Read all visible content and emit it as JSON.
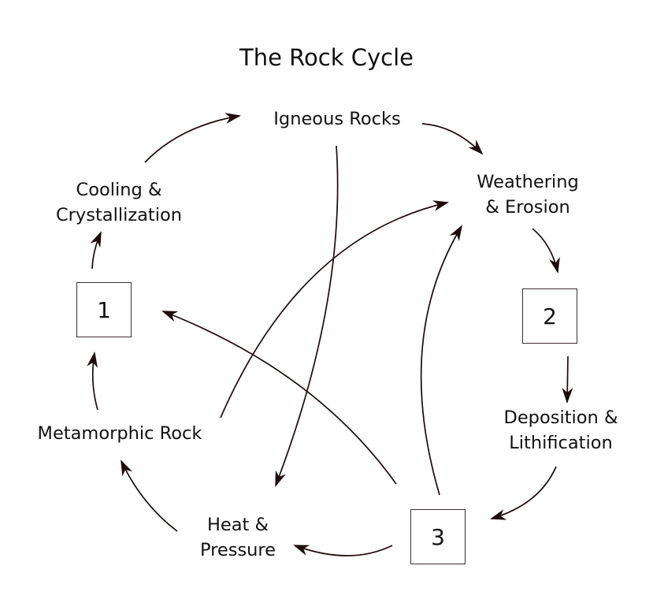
{
  "title": "The Rock Cycle",
  "nodes": {
    "igneous_rocks": "Igneous Rocks",
    "weathering_erosion": [
      "Weathering",
      "& Erosion"
    ],
    "deposition_lithification": [
      "Deposition &",
      "Lithification"
    ],
    "heat_pressure": [
      "Heat &",
      "Pressure"
    ],
    "metamorphic_rock": "Metamorphic Rock",
    "cooling_crystallization": [
      "Cooling &",
      "Crystallization"
    ]
  },
  "boxes": {
    "box_1": "1",
    "box_2": "2",
    "box_3": "3"
  },
  "edges": [
    {
      "from": "cooling_crystallization",
      "to": "igneous_rocks"
    },
    {
      "from": "igneous_rocks",
      "to": "weathering_erosion"
    },
    {
      "from": "weathering_erosion",
      "to": "box_2"
    },
    {
      "from": "box_2",
      "to": "deposition_lithification"
    },
    {
      "from": "deposition_lithification",
      "to": "box_3"
    },
    {
      "from": "box_3",
      "to": "heat_pressure"
    },
    {
      "from": "heat_pressure",
      "to": "metamorphic_rock"
    },
    {
      "from": "metamorphic_rock",
      "to": "box_1"
    },
    {
      "from": "box_1",
      "to": "cooling_crystallization"
    },
    {
      "from": "igneous_rocks",
      "to": "heat_pressure"
    },
    {
      "from": "metamorphic_rock",
      "to": "weathering_erosion"
    },
    {
      "from": "box_3",
      "to": "weathering_erosion"
    },
    {
      "from": "box_3",
      "to": "box_1"
    }
  ],
  "colors": {
    "arrow": "#1e0b0b",
    "box_border": "#3d3030",
    "text": "#111111"
  }
}
